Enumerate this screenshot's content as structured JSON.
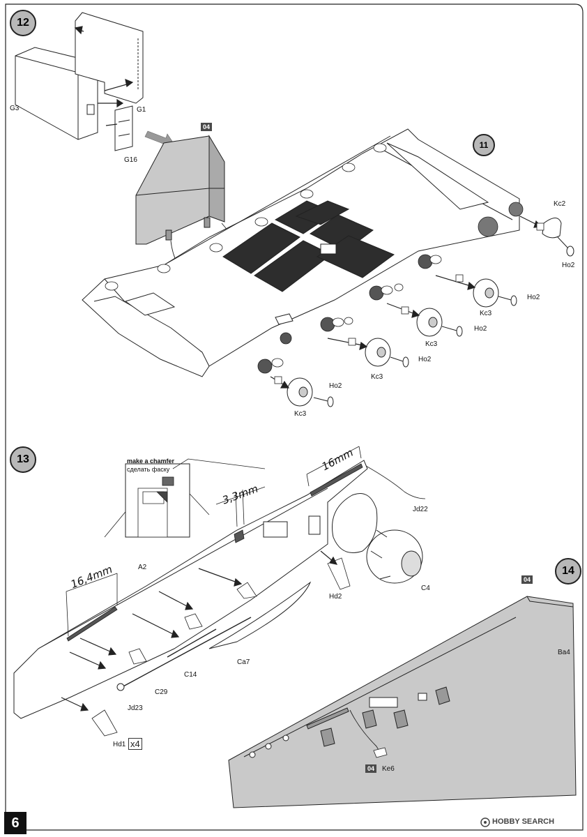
{
  "page": {
    "number": "6"
  },
  "step12": {
    "number": "12",
    "subassembly": "11",
    "paint_badge": "04",
    "labels": {
      "g3": "G3",
      "g1": "G1",
      "g16": "G16",
      "kc2": "Kc2",
      "ho2": "Ho2",
      "kc3": "Kc3"
    }
  },
  "step13": {
    "number": "13",
    "chamfer_en": "make a chamfer",
    "chamfer_ru": "сделать фаску",
    "dims": {
      "d1": "16mm",
      "d2": "3,3mm",
      "d3": "16,4mm"
    },
    "labels": {
      "a2": "A2",
      "jd22": "Jd22",
      "hd2": "Hd2",
      "c4": "C4",
      "ca7": "Ca7",
      "c14": "C14",
      "c29": "C29",
      "jd23": "Jd23",
      "hd1": "Hd1",
      "x4": "x4"
    }
  },
  "step14": {
    "number": "14",
    "paint_badge": "04",
    "labels": {
      "ba4": "Ba4",
      "ke6": "Ke6"
    }
  },
  "watermark": {
    "text": "HOBBY SEARCH"
  }
}
